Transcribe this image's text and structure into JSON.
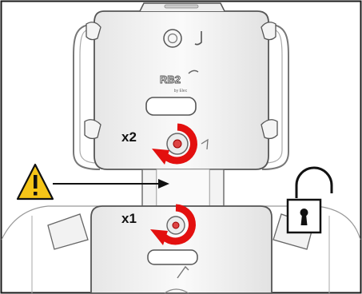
{
  "diagram": {
    "brand_logo": "RB2",
    "brand_byline": "by Elec",
    "upper_knob_label": "x2",
    "lower_knob_label": "x1",
    "icons": {
      "warning": "warning-triangle-icon",
      "unlock": "unlocked-padlock-icon",
      "rotate": "rotate-arrow-icon"
    },
    "colors": {
      "frame": "#1a1a1a",
      "rotate_arrow": "#e3100f",
      "warning_fill": "#f5c518",
      "device_body": "#f2f2f2",
      "outline": "#555555"
    }
  }
}
